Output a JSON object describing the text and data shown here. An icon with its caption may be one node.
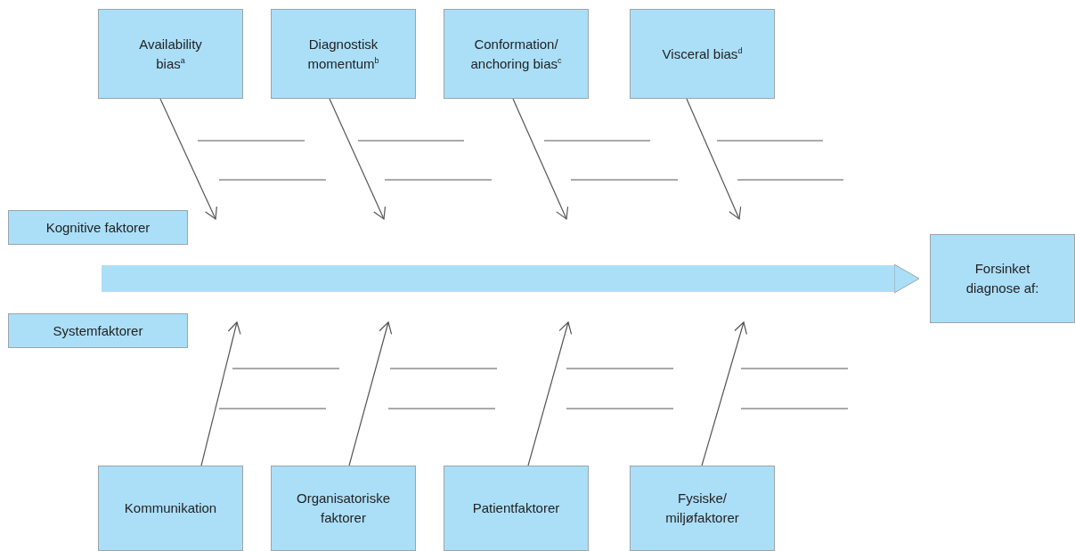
{
  "diagram": {
    "nodes": [
      {
        "text": [
          "Availability bias$^{a}$"
        ]
      },
      {
        "text": [
          "Diagnostisk momentum$^{b}$"
        ]
      },
      {
        "text": [
          "Conformation/ anchoring bias$^{c}$"
        ]
      },
      {
        "text": [
          "Visceral bias$^{d}$"
        ]
      },
      {
        "text": [
          "Kognitive faktorer"
        ]
      },
      {
        "text": [
          "Forsinket diagnose af:"
        ]
      },
      {
        "text": [
          "Systemfaktorer"
        ]
      },
      {
        "text": [
          "Kommunikation"
        ]
      },
      {
        "text": [
          "Organisatoriske faktorer"
        ]
      },
      {
        "text": [
          "Patientfaktorer"
        ]
      },
      {
        "text": [
          "Fysiske/ miljøfaktorer"
        ]
      }
    ],
    "edges": [
      {
        "from": 0,
        "to": null,
        "arrow": "to"
      },
      {
        "from": 1,
        "to": null,
        "arrow": "to"
      },
      {
        "from": 2,
        "to": null,
        "arrow": "to"
      },
      {
        "from": 3,
        "to": null,
        "arrow": "to"
      },
      {
        "from": null,
        "to": 5,
        "arrow": "to",
        "style": "thick",
        "color": "#abdff8"
      },
      {
        "from": 7,
        "to": null,
        "arrow": "to"
      },
      {
        "from": 8,
        "to": null,
        "arrow": "to"
      },
      {
        "from": 9,
        "to": null,
        "arrow": "to"
      },
      {
        "from": 10,
        "to": null,
        "arrow": "to"
      }
    ]
  }
}
